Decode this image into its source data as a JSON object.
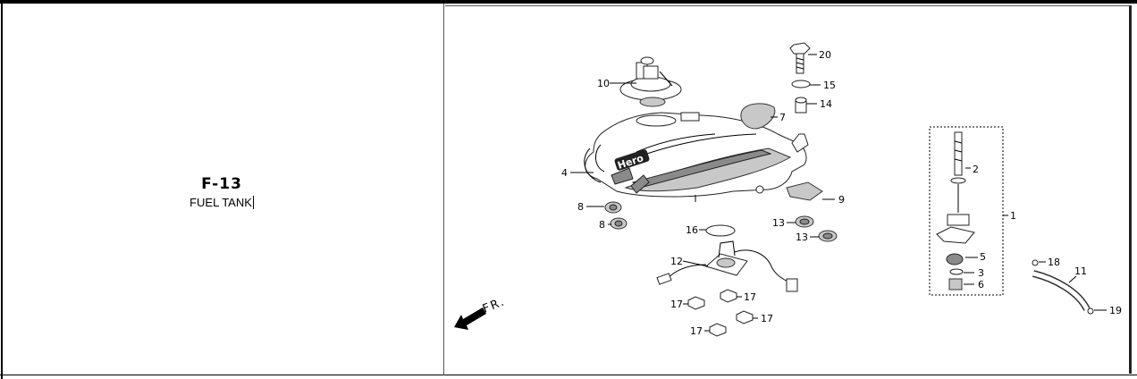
{
  "header": {
    "figure_code": "F-13",
    "figure_name": "FUEL TANK"
  },
  "diagram": {
    "tank_logo": "Hero",
    "direction_label": "FR.",
    "callouts": [
      {
        "label": "1"
      },
      {
        "label": "2"
      },
      {
        "label": "3"
      },
      {
        "label": "4"
      },
      {
        "label": "5"
      },
      {
        "label": "6"
      },
      {
        "label": "7"
      },
      {
        "label": "8"
      },
      {
        "label": "8"
      },
      {
        "label": "9"
      },
      {
        "label": "10"
      },
      {
        "label": "11"
      },
      {
        "label": "12"
      },
      {
        "label": "13"
      },
      {
        "label": "13"
      },
      {
        "label": "14"
      },
      {
        "label": "15"
      },
      {
        "label": "16"
      },
      {
        "label": "17"
      },
      {
        "label": "17"
      },
      {
        "label": "17"
      },
      {
        "label": "17"
      },
      {
        "label": "18"
      },
      {
        "label": "19"
      },
      {
        "label": "20"
      }
    ]
  }
}
